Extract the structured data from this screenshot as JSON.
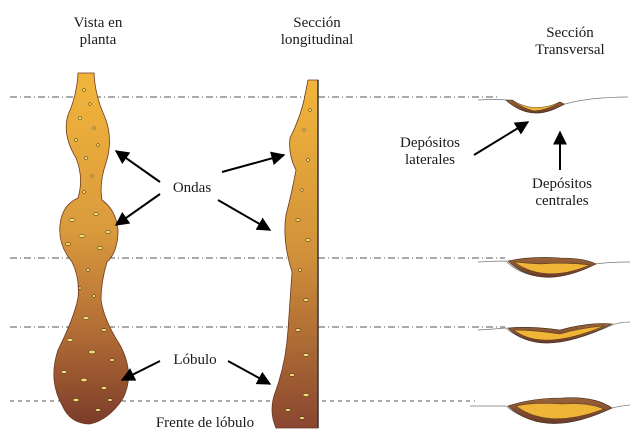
{
  "headers": {
    "plan_view": [
      "Vista en",
      "planta"
    ],
    "long_section": [
      "Sección",
      "longitudinal"
    ],
    "cross_section": [
      "Sección",
      "Transversal"
    ]
  },
  "labels": {
    "waves": "Ondas",
    "lobe": "Lóbulo",
    "lobe_front": "Frente de lóbulo",
    "lateral_deposits": [
      "Depósitos",
      "laterales"
    ],
    "central_deposits": [
      "Depósitos",
      "centrales"
    ]
  },
  "colors": {
    "deposit_light": "#f0b436",
    "deposit_mid": "#c98a3a",
    "deposit_dark": "#7b3d2a",
    "guide_line": "#555555"
  }
}
